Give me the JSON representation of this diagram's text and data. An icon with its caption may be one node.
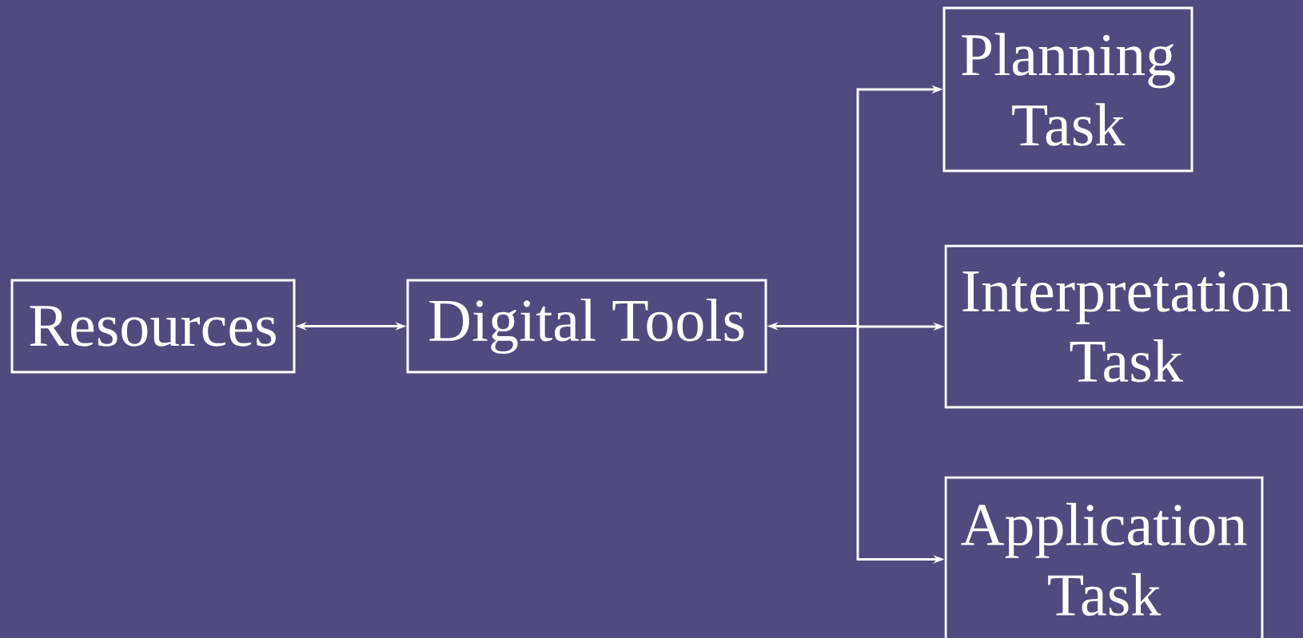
{
  "diagram": {
    "nodes": [
      {
        "text": [
          "Resources"
        ]
      },
      {
        "text": [
          "Digital Tools"
        ]
      },
      {
        "text": [
          "Planning Task"
        ]
      },
      {
        "text": [
          "Interpretation Task"
        ]
      },
      {
        "text": [
          "Application Task"
        ]
      }
    ],
    "edges": [
      {
        "from": 0,
        "to": 1,
        "arrow": "both"
      },
      {
        "from": 1,
        "to": 2,
        "arrow": "both"
      },
      {
        "from": 1,
        "to": 3,
        "arrow": "both"
      },
      {
        "from": 1,
        "to": 4,
        "arrow": "both"
      }
    ]
  }
}
